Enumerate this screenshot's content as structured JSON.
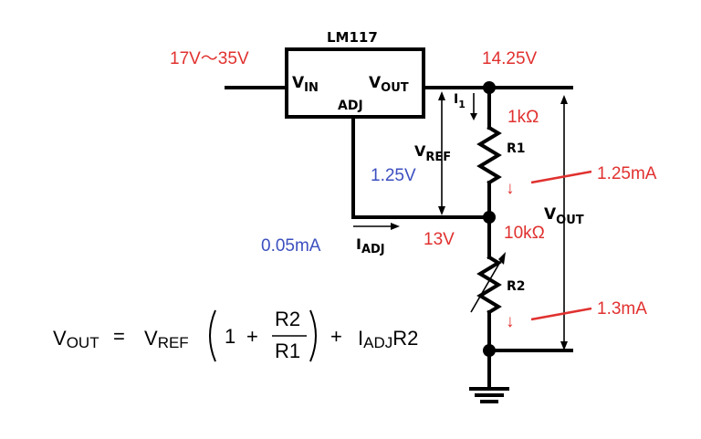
{
  "regulator": {
    "name": "LM117",
    "pin_in": "V",
    "pin_in_sub": "IN",
    "pin_out": "V",
    "pin_out_sub": "OUT",
    "pin_adj": "ADJ"
  },
  "labels": {
    "input_range": "17V～35V",
    "output_voltage": "14.25V",
    "r1_value": "1kΩ",
    "r1_name": "R1",
    "r2_value": "10kΩ",
    "r2_name": "R2",
    "vref_main": "V",
    "vref_sub": "REF",
    "vref_value": "1.25V",
    "i1_main": "I",
    "i1_sub": "1",
    "vout_main": "V",
    "vout_sub": "OUT",
    "iadj_main": "I",
    "iadj_sub": "ADJ",
    "iadj_value": "0.05mA",
    "node_voltage": "13V",
    "r1_current": "1.25mA",
    "r2_current": "1.3mA",
    "down_arrow": "↓"
  },
  "equation": {
    "lhs_main": "V",
    "lhs_sub": "OUT",
    "equals": "=",
    "vref_main": "V",
    "vref_sub": "REF",
    "one": "1",
    "plus": "+",
    "num": "R2",
    "den": "R1",
    "iadj_main": "I",
    "iadj_sub": "ADJ",
    "iadj_tail": "R2"
  },
  "colors": {
    "annotation_red": "#e0312f",
    "annotation_blue": "#3c4fc0",
    "wire": "#000000"
  }
}
